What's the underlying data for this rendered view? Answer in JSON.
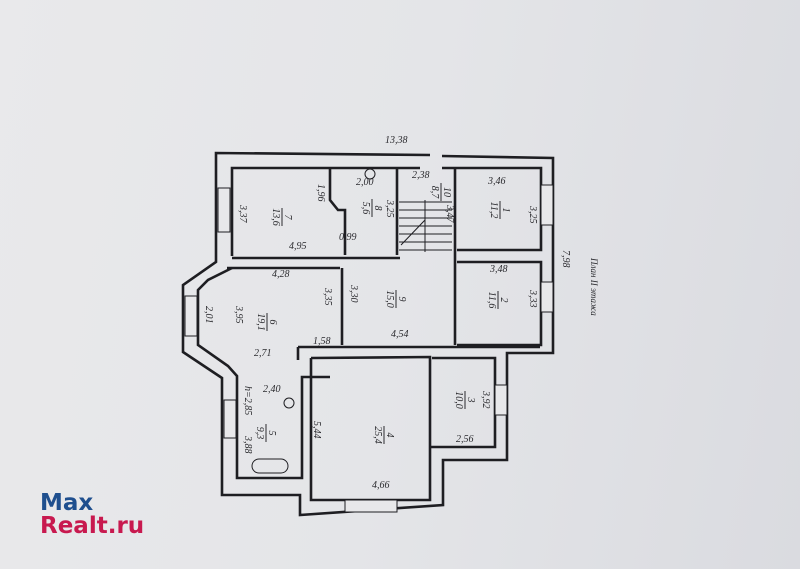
{
  "title": "План II этажа",
  "overall": {
    "width": "13,38",
    "depth": "7,98"
  },
  "rooms": [
    {
      "no": "7",
      "area": "13,6"
    },
    {
      "no": "8",
      "area": "5,6"
    },
    {
      "no": "10",
      "area": "8,7"
    },
    {
      "no": "1",
      "area": "11,2"
    },
    {
      "no": "9",
      "area": "15,0"
    },
    {
      "no": "2",
      "area": "11,6"
    },
    {
      "no": "6",
      "area": "19,1"
    },
    {
      "no": "4",
      "area": "25,4"
    },
    {
      "no": "3",
      "area": "10,0"
    },
    {
      "no": "5",
      "area": "9,3"
    }
  ],
  "dimensions": {
    "d337": "3,37",
    "d196": "1,96",
    "d200": "2,00",
    "d325a": "3,25",
    "d099": "0,99",
    "d495": "4,95",
    "d238": "2,38",
    "d347": "3,47",
    "d346": "3,46",
    "d325b": "3,25",
    "d428": "4,28",
    "d335": "3,35",
    "d330": "3,30",
    "d348": "3,48",
    "d333": "3,33",
    "d201": "2,01",
    "d395": "3,95",
    "d158": "1,58",
    "d454": "4,54",
    "d271": "2,71",
    "d240": "2,40",
    "height": "h=2,85",
    "d388": "3,88",
    "d544": "5,44",
    "d466": "4,66",
    "d392": "3,92",
    "d256": "2,56"
  },
  "logo": {
    "line1": "Max",
    "line2": "Realt.ru"
  }
}
